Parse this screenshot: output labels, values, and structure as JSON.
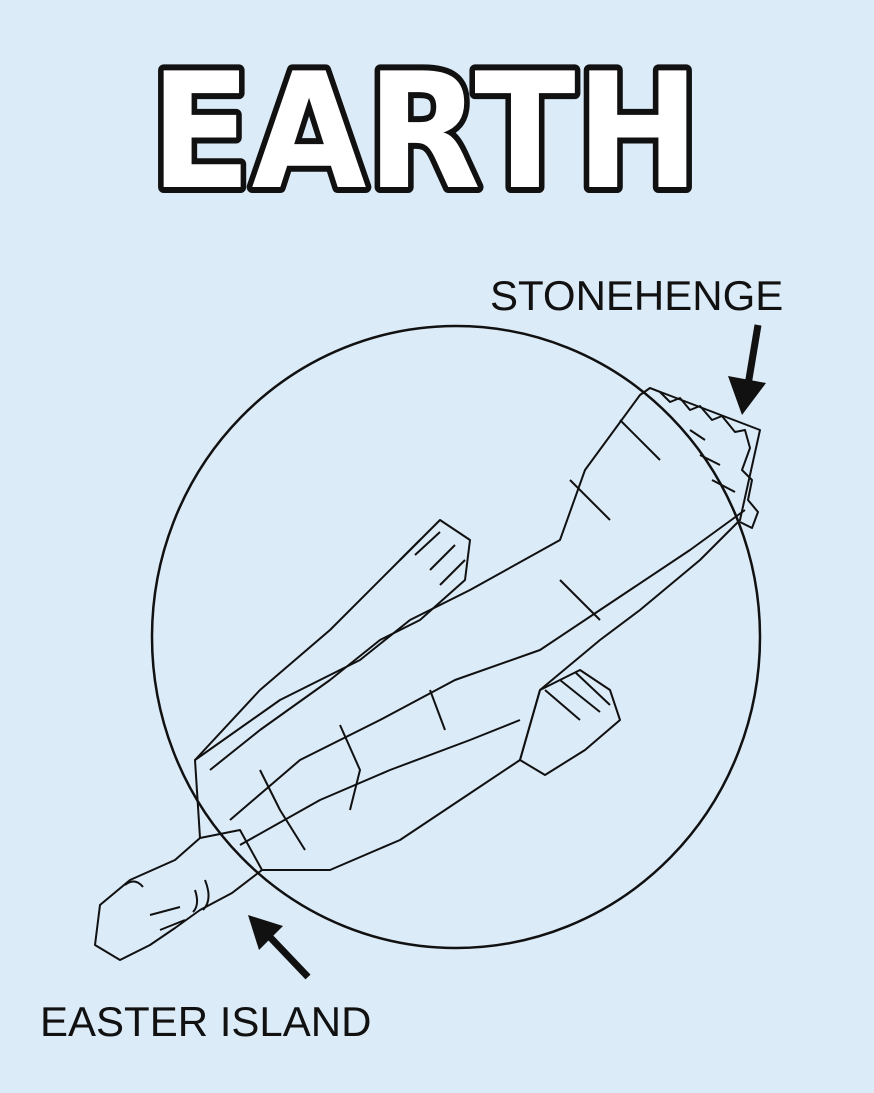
{
  "title": "EARTH",
  "labels": {
    "top_right": "STONEHENGE",
    "bottom_left": "EASTER ISLAND"
  },
  "colors": {
    "background": "#dcebf8",
    "ink": "#111111",
    "title_fill": "#ffffff"
  }
}
